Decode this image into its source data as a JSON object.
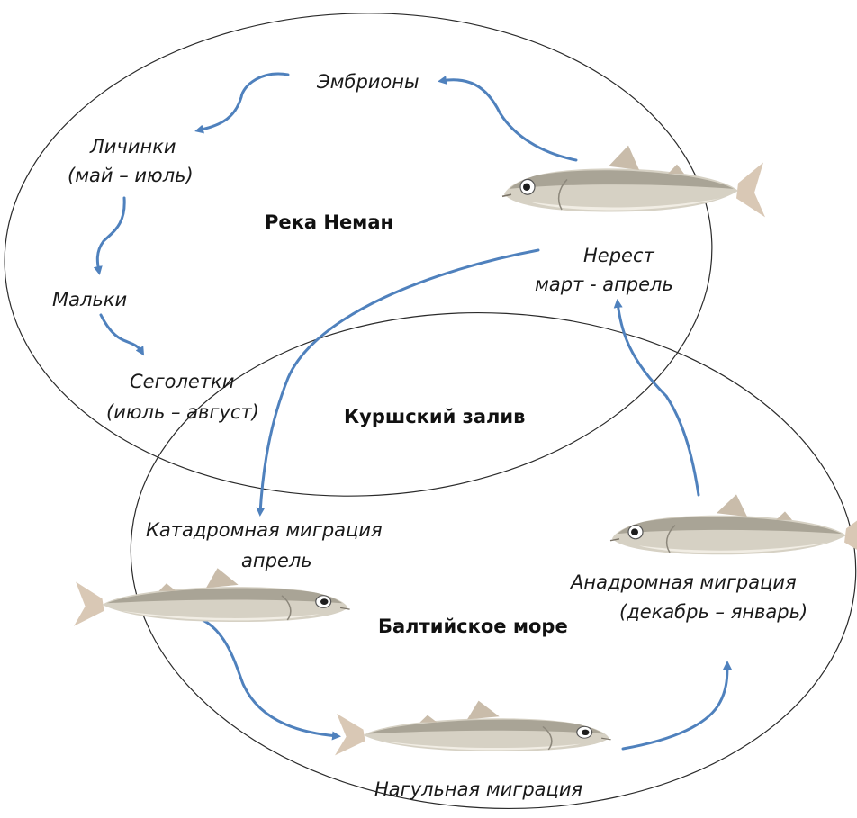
{
  "zones": {
    "river": "Река Неман",
    "lagoon": "Куршский залив",
    "sea": "Балтийское море"
  },
  "stages": {
    "embryos": "Эмбрионы",
    "larvae": "Личинки",
    "larvae_period": "(май – июль)",
    "fry": "Мальки",
    "yearlings": "Сеголетки",
    "yearlings_period": "(июль – август)",
    "spawning": "Нерест",
    "spawning_period": "март - апрель",
    "catadromous": "Катадромная миграция",
    "catadromous_period": "апрель",
    "anadromous": "Анадромная миграция",
    "anadromous_period": "(декабрь – январь)",
    "feeding": "Нагульная миграция"
  },
  "colors": {
    "arrow": "#4f81bd",
    "ellipse_stroke": "#2a2a2a",
    "fish_body": "#d4cfc2",
    "fish_back": "#a7a294",
    "fish_belly": "#efeae0",
    "fish_fin": "#c9b9a8",
    "fish_sea": "#e7c5a3"
  },
  "icons": [
    "smelt-fish-illustration"
  ]
}
